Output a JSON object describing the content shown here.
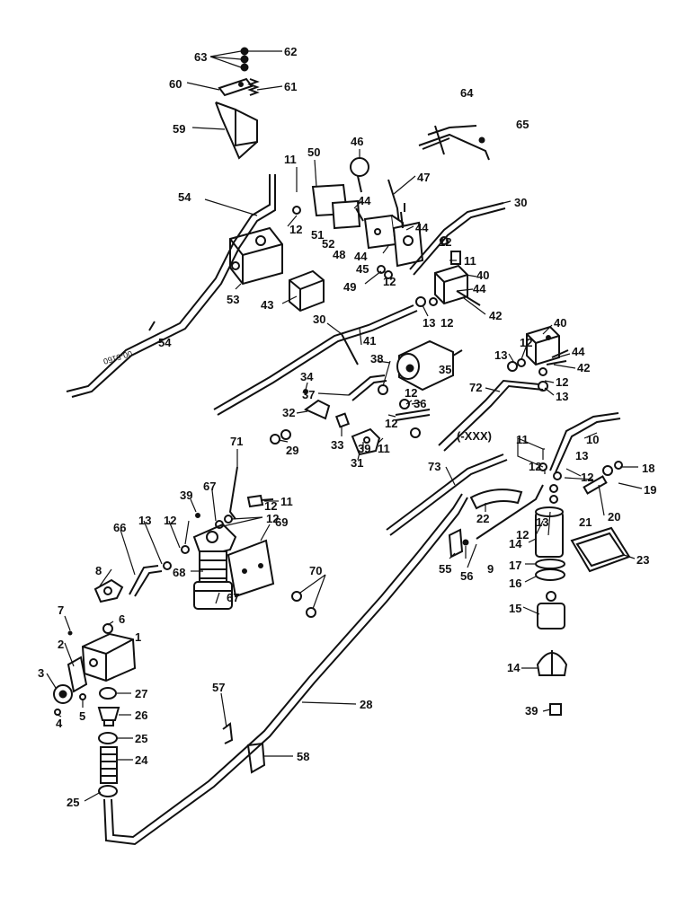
{
  "part_number_text": "00-5160",
  "serial_marker": "(-XXX)",
  "callouts": [
    {
      "id": "c62",
      "text": "62"
    },
    {
      "id": "c63",
      "text": "63"
    },
    {
      "id": "c60",
      "text": "60"
    },
    {
      "id": "c61",
      "text": "61"
    },
    {
      "id": "c64",
      "text": "64"
    },
    {
      "id": "c65",
      "text": "65"
    },
    {
      "id": "c59",
      "text": "59"
    },
    {
      "id": "c46",
      "text": "46"
    },
    {
      "id": "c50",
      "text": "50"
    },
    {
      "id": "c11a",
      "text": "11"
    },
    {
      "id": "c47",
      "text": "47"
    },
    {
      "id": "c30a",
      "text": "30"
    },
    {
      "id": "c54a",
      "text": "54"
    },
    {
      "id": "c44a",
      "text": "44"
    },
    {
      "id": "c44b",
      "text": "44"
    },
    {
      "id": "c12a",
      "text": "12"
    },
    {
      "id": "c51",
      "text": "51"
    },
    {
      "id": "c52",
      "text": "52"
    },
    {
      "id": "c12b",
      "text": "12"
    },
    {
      "id": "c48",
      "text": "48"
    },
    {
      "id": "c44c",
      "text": "44"
    },
    {
      "id": "c45",
      "text": "45"
    },
    {
      "id": "c11b",
      "text": "11"
    },
    {
      "id": "c40a",
      "text": "40"
    },
    {
      "id": "c53",
      "text": "53"
    },
    {
      "id": "c49",
      "text": "49"
    },
    {
      "id": "c12c",
      "text": "12"
    },
    {
      "id": "c44d",
      "text": "44"
    },
    {
      "id": "c43",
      "text": "43"
    },
    {
      "id": "c13a",
      "text": "13"
    },
    {
      "id": "c12d",
      "text": "12"
    },
    {
      "id": "c42a",
      "text": "42"
    },
    {
      "id": "c30b",
      "text": "30"
    },
    {
      "id": "c41",
      "text": "41"
    },
    {
      "id": "c54b",
      "text": "54"
    },
    {
      "id": "c40b",
      "text": "40"
    },
    {
      "id": "c12e",
      "text": "12"
    },
    {
      "id": "c44e",
      "text": "44"
    },
    {
      "id": "c38",
      "text": "38"
    },
    {
      "id": "c13b",
      "text": "13"
    },
    {
      "id": "c35",
      "text": "35"
    },
    {
      "id": "c42b",
      "text": "42"
    },
    {
      "id": "c34",
      "text": "34"
    },
    {
      "id": "c37",
      "text": "37"
    },
    {
      "id": "c12f",
      "text": "12"
    },
    {
      "id": "c72",
      "text": "72"
    },
    {
      "id": "c12g",
      "text": "12"
    },
    {
      "id": "c36",
      "text": "36"
    },
    {
      "id": "c13c",
      "text": "13"
    },
    {
      "id": "c32",
      "text": "32"
    },
    {
      "id": "c12h",
      "text": "12"
    },
    {
      "id": "c33",
      "text": "33"
    },
    {
      "id": "c39a",
      "text": "39"
    },
    {
      "id": "c10",
      "text": "10"
    },
    {
      "id": "c29",
      "text": "29"
    },
    {
      "id": "c31",
      "text": "31"
    },
    {
      "id": "c11c",
      "text": "11"
    },
    {
      "id": "c11d",
      "text": "11"
    },
    {
      "id": "c13d",
      "text": "13"
    },
    {
      "id": "c71",
      "text": "71"
    },
    {
      "id": "c73",
      "text": "73"
    },
    {
      "id": "c12i",
      "text": "12"
    },
    {
      "id": "c12j",
      "text": "12"
    },
    {
      "id": "c18",
      "text": "18"
    },
    {
      "id": "c19",
      "text": "19"
    },
    {
      "id": "c11e",
      "text": "11"
    },
    {
      "id": "c39b",
      "text": "39"
    },
    {
      "id": "c67a",
      "text": "67"
    },
    {
      "id": "c12k",
      "text": "12"
    },
    {
      "id": "c12l",
      "text": "12"
    },
    {
      "id": "c22",
      "text": "22"
    },
    {
      "id": "c20",
      "text": "20"
    },
    {
      "id": "c66",
      "text": "66"
    },
    {
      "id": "c13e",
      "text": "13"
    },
    {
      "id": "c12m",
      "text": "12"
    },
    {
      "id": "c13f",
      "text": "13"
    },
    {
      "id": "c21",
      "text": "21"
    },
    {
      "id": "c69",
      "text": "69"
    },
    {
      "id": "c12n",
      "text": "12"
    },
    {
      "id": "c14a",
      "text": "14"
    },
    {
      "id": "c55",
      "text": "55"
    },
    {
      "id": "c56",
      "text": "56"
    },
    {
      "id": "c9",
      "text": "9"
    },
    {
      "id": "c17",
      "text": "17"
    },
    {
      "id": "c23",
      "text": "23"
    },
    {
      "id": "c68",
      "text": "68"
    },
    {
      "id": "c8",
      "text": "8"
    },
    {
      "id": "c16",
      "text": "16"
    },
    {
      "id": "c70",
      "text": "70"
    },
    {
      "id": "c67b",
      "text": "67"
    },
    {
      "id": "c7",
      "text": "7"
    },
    {
      "id": "c6",
      "text": "6"
    },
    {
      "id": "c15",
      "text": "15"
    },
    {
      "id": "c2",
      "text": "2"
    },
    {
      "id": "c1",
      "text": "1"
    },
    {
      "id": "c14b",
      "text": "14"
    },
    {
      "id": "c3",
      "text": "3"
    },
    {
      "id": "c27",
      "text": "27"
    },
    {
      "id": "c4",
      "text": "4"
    },
    {
      "id": "c5",
      "text": "5"
    },
    {
      "id": "c26",
      "text": "26"
    },
    {
      "id": "c39c",
      "text": "39"
    },
    {
      "id": "c57",
      "text": "57"
    },
    {
      "id": "c28",
      "text": "28"
    },
    {
      "id": "c25a",
      "text": "25"
    },
    {
      "id": "c24",
      "text": "24"
    },
    {
      "id": "c58",
      "text": "58"
    },
    {
      "id": "c25b",
      "text": "25"
    }
  ]
}
